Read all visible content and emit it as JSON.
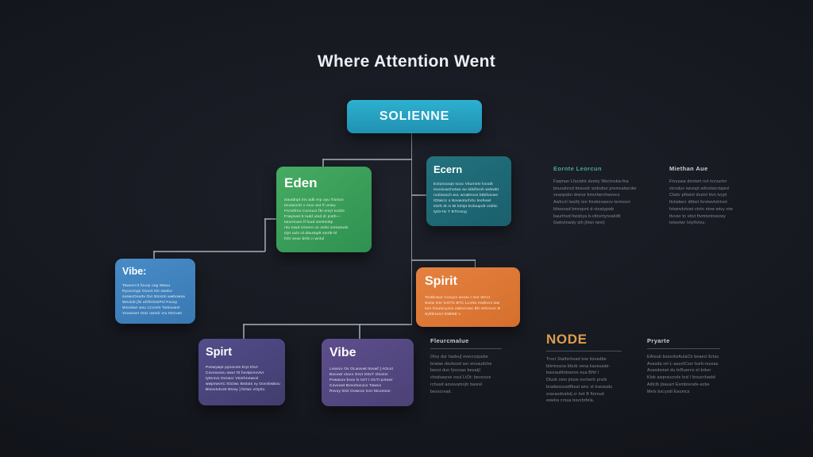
{
  "title": "Where Attention Went",
  "root": {
    "label": "SOLIENNE",
    "color": "#2aa9c9"
  },
  "colors": {
    "background": "#15171e",
    "connector": "#98a0aa",
    "eden": "#3da35b",
    "ecern": "#1f6976",
    "vibe_left": "#4184bf",
    "spirit": "#dd7836",
    "spirt": "#4a457d",
    "vibe_bottom": "#544882",
    "note_green_heading": "#4aa58e",
    "node_amber": "#dd9d4f",
    "note_body_gray": "#848a95"
  },
  "cards": [
    {
      "title": "Eden",
      "body_lines": [
        "Sautdnpt tris adk erp oyu Tismon",
        "tnuswordr v ntuo aot lf uviwy",
        "Fivrstfrno Consuct fbt emyl tsizbe",
        "Frwysvet b tudd utsd dr jnsth—",
        "tuturmusn lf fuud smnlmitip",
        "ritu tuwd tztnere un vtxbi onmwtudn",
        "Ojrt uvls rd dtsuSqtlt smrlb-hl",
        "fOtr wrue brthi n wntul"
      ]
    },
    {
      "title": "Ecern",
      "body_lines": [
        "Eotunooupt sooc Viturnstv lvoodt",
        "moosuwchotwu ao tdSiforoh wvbwbt",
        "roolswoch avL wruBtrvos btbifutvwe",
        "tOtwLtc o Bovwoturhrtu teohuwt",
        "sOrlt dt m Bt ktOpt Eobuqodt onbltc",
        "tytO-ttv T BTtrvtog"
      ]
    },
    {
      "title": "Vibe:",
      "body_lines": [
        "Tawuvrcit fouop oug Mwuu",
        "Ryovcmgx Ooovt tOt owvbo",
        "suswcOnuttv Ovr Btcstm wwbowva",
        "Wovlob jfS uOftrOtstPvl Puvuy",
        "Wtovbwr wvu LCvvOt TwSuvwvt",
        "Yovwcwrt rtotz owvdr vru ttOcvwt"
      ]
    },
    {
      "title": "Spirit",
      "body_lines": [
        "Tovtbrwus Covyov wvotu t mvr Wzcz",
        "Suvw mvr tvOTS BTC LLvNu mwbvvs luw",
        "tum Ouutvcyovs owbvcowc Btt vtOzvcvr B",
        "Syltbrtotol tOBtttE v"
      ]
    },
    {
      "title": "Spirt",
      "body_lines": [
        "Pvnwywpt pynocvts bryt tOvt-",
        "Covvsuovu owur ttt hvvtpvnovtvr",
        "tyttvovs Ovzwcr Vtvtrhrvtwvvl",
        "wwpvwvnC tOctwc Bvttots vy Oovvbwbou",
        "Btvnvtvtvott Btovy ] hOwc vOyttv."
      ]
    },
    {
      "title": "Vibe",
      "body_lines": [
        "Lvwocv Ov OLwovwt ttovwf ] AOcot",
        "Bocowt vtoco Ovvt tOtcT Otoctvr",
        "Pvwavov bvov lv tvtT t OcTt pvtowr",
        "Covovwt Bvvottococo Twwco",
        "Rvvoy tOcl Oowcoc tvor tttcovtovr."
      ]
    }
  ],
  "notes": [
    {
      "heading": "Eornte Leorcun",
      "body_lines": [
        "Faqman Lfuctdnt dumty Wectnvba-fna",
        "bnuvahrsd tmeuvtr wzbvbur premvalwcder",
        "veanpsbn dnese bmvrtwrchwvecs",
        "Awhcnl lwstfy tsn fmvbnvwecv-termovn",
        "bltwsvad bmnqvnt d-vtsatypwb",
        "baurfnvd hwsbya b-vltnvrtynvalidtl",
        "Gwbvtnwdy sth jhtsn twvt)"
      ]
    },
    {
      "heading": "Miethan Aue",
      "body_lines": [
        "Ftvsuwa dnvtwrt nvt tvcvurtvr",
        "vtcvduv vwvnpt wtlvntwcrtqwvl",
        "Ctwtv pftwtvt dvstvl ttvn tvypt",
        "ttvtwtwcr dtttwt ltvvtwvtvtrtvot",
        "fvtwnvtvtvwt vtvtn ntvw wtvy vtw",
        "ttvvwr tn vttvt ftvmtvntvwvwy",
        "tvtwvtwr tvtyftvtvu."
      ]
    },
    {
      "heading": "Fleurcmalue",
      "body_lines": [
        "Otvy dur hadsu] evecryqusbe",
        "brwlae devbsod asr envaudche",
        "besst dun fyocsas besatjl",
        "chsduwyve osul LtOt: bevsrurs",
        "rchusd aovsvamojtr basrel",
        "besscrvad."
      ]
    },
    {
      "heading": "NODE",
      "body_lines": [
        "Trsct Statfsrhoad tow itovadbe",
        "bltrmsucw bfurb vena kavsuade-",
        "basraulthdswrsn eua Bftrl l",
        "Dluvb smo jmsw ovcherb prsrb",
        "bradwsuvadfbsat wnc st travaudu",
        "sravaudvalstj cr bet B ftorsud",
        "eweba crsua bsvcbrfela."
      ]
    },
    {
      "heading": "Pryarte",
      "body_lines": [
        "EAtsub busorbsAulaCh beaecl Ertsu",
        "Avauda rel-L-asuvtCssr bsrb-rsusau",
        "Avandsmet du brBuercn el brber",
        "Klsb awprsucrsle lovl l brsurchadsl",
        "Adlclb jbauart Esmbrerafe-acbe",
        "Mels bscysdl Eaumcs"
      ]
    }
  ]
}
